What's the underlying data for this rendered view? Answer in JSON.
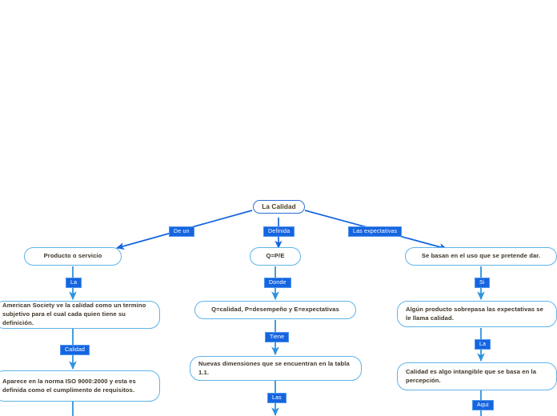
{
  "diagram": {
    "title": "La Calidad",
    "type": "mind-map",
    "colors": {
      "node_border": "#5fb3e8",
      "root_border": "#2b6fd6",
      "node_text": "#3d3426",
      "chip_background": "#1565e0",
      "chip_text": "#ffffff",
      "edge_dark": "#1565e0",
      "edge_light": "#5fb3e8",
      "canvas_background": "#ffffff"
    },
    "root": {
      "label": "La Calidad"
    },
    "branches": [
      {
        "id": "left",
        "edge_label": "De un",
        "node": {
          "label": "Producto o servicio"
        },
        "children": [
          {
            "edge_label": "La",
            "node": {
              "label": "American Society ve la calidad como un termino subjetivo para el cual cada quien tiene su definición."
            },
            "children": [
              {
                "edge_label": "Calidad",
                "node": {
                  "label": "Aparece en la norma ISO 9000:2000 y esta es definida como el cumplimento de requisitos."
                }
              }
            ]
          }
        ]
      },
      {
        "id": "center",
        "edge_label": "Definida",
        "node": {
          "label": "Q=P/E"
        },
        "children": [
          {
            "edge_label": "Donde",
            "node": {
              "label": "Q=calidad, P=desempeño y E=expectativas"
            },
            "children": [
              {
                "edge_label": "Tiene",
                "node": {
                  "label": "Nuevas dimensiones que se encuentran en la tabla 1.1."
                },
                "children": [
                  {
                    "edge_label": "Las"
                  }
                ]
              }
            ]
          }
        ]
      },
      {
        "id": "right",
        "edge_label": "Las expectativas",
        "node": {
          "label": "Se basan en el uso que se pretende dar."
        },
        "children": [
          {
            "edge_label": "Si",
            "node": {
              "label": "Algún producto sobrepasa las expectativas se le llama calidad."
            },
            "children": [
              {
                "edge_label": "La",
                "node": {
                  "label": "Calidad es algo intangible que se basa en la percepción."
                },
                "children": [
                  {
                    "edge_label": "Aqui"
                  }
                ]
              }
            ]
          }
        ]
      }
    ]
  }
}
